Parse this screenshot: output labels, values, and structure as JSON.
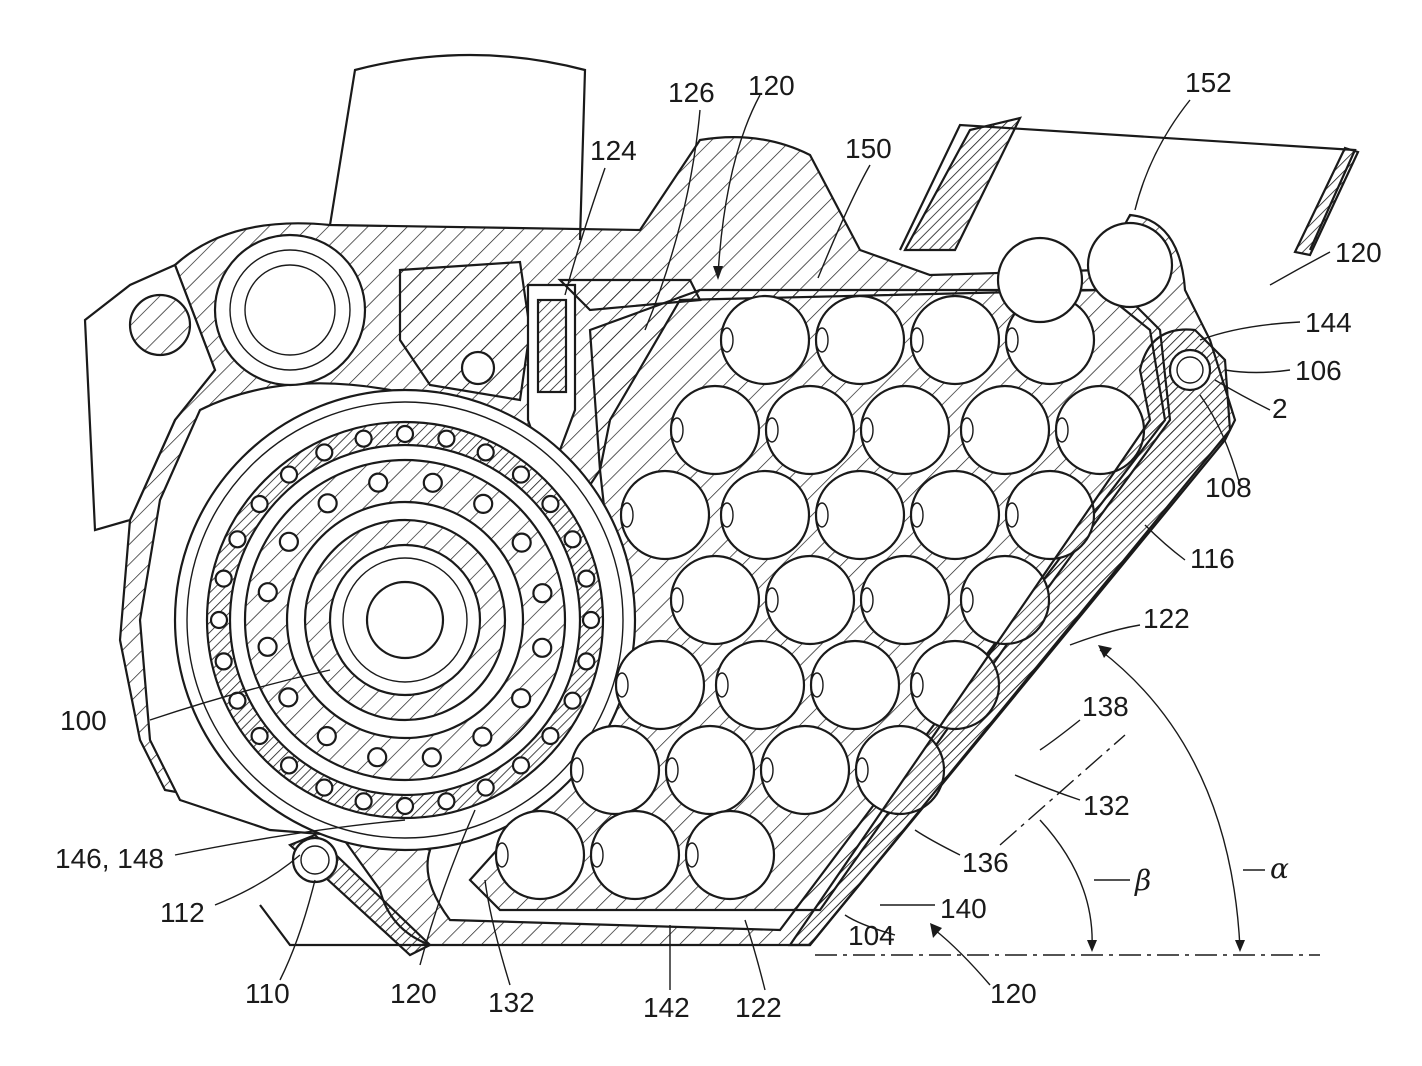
{
  "figure": {
    "reference_numerals": {
      "r126": "126",
      "r120_top": "120",
      "r152": "152",
      "r124": "124",
      "r150": "150",
      "r120_right": "120",
      "r144": "144",
      "r106": "106",
      "r2": "2",
      "r108": "108",
      "r116": "116",
      "r122_right": "122",
      "r138": "138",
      "r132_right": "132",
      "r136": "136",
      "r140": "140",
      "r104": "104",
      "r120_bottom_right": "120",
      "r100": "100",
      "r146_148": "146, 148",
      "r112": "112",
      "r110": "110",
      "r120_bottom": "120",
      "r132_bottom": "132",
      "r142": "142",
      "r122_bottom": "122"
    },
    "angles": {
      "alpha": "α",
      "beta": "β"
    }
  }
}
